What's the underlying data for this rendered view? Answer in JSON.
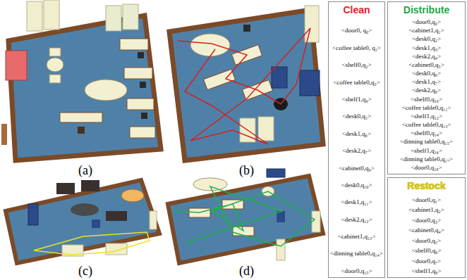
{
  "diagram": {
    "nodes": [
      {
        "text": [
          "Clean",
          "<door0, q₀>",
          "<coffee table0, q₁>",
          "<shelf0,q₂>",
          "<coffee table0,q₃>",
          "<shelf1,q₄>",
          "<desk0,q₅>",
          "<desk1,q₆>",
          "<desk2,q₇>",
          "<cabinet0,q₉>",
          "<desk0,q₁₀>",
          "<desk1,q₁₁>",
          "<desk2,q₁₂>",
          "<cabinet1,q₁₃>",
          "<dinning table0,q₁₄>",
          "<door0,q₁₅>"
        ]
      },
      {
        "text": [
          "Distribute",
          "<door0,q₀>",
          "<cabinet1,q₁>",
          "<desk0,q₂>",
          "<desk1,q₃>",
          "<desk2,q₄>",
          "<cabinet0,q₅>",
          "<desk0,q₆>",
          "<desk1,q₇>",
          "<desk2,q₈>",
          "<shelf0,q₁₀>",
          "<coffee table0,q₁₁>",
          "<shelf1,q₁₂>",
          "<coffee table0,q₁₃>",
          "<shelf0,q₁₄>",
          "<dinning table0,q₁₅>",
          "<shelf1,q₁₆>",
          "<dinning table0,q₁₇>",
          "<door0,q₁₈>"
        ]
      },
      {
        "text": [
          "Restock",
          "<door0,q₁>",
          "<cabinet1,q₂>",
          "<door0,q₃>",
          "<cabinet0,q₄>",
          "<door0,q₅>",
          "<shelf0,q₆>",
          "<door0,q₇>",
          "<shelf1,q₈>"
        ]
      }
    ],
    "labels": [
      "(a)",
      "(b)",
      "(c)",
      "(d)"
    ]
  }
}
